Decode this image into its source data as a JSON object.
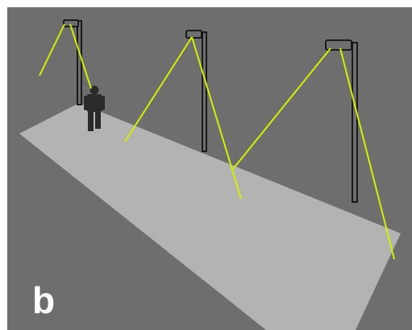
{
  "figure": {
    "panel_label": "b",
    "colors": {
      "background": "#6e6e6e",
      "road": "#b3b3b3",
      "light_ray": "#d4f000",
      "pole": "#1a1a1a",
      "person": "#2a2a2a"
    },
    "elements": {
      "lamp_count": 3,
      "pedestrian_count": 1
    }
  }
}
